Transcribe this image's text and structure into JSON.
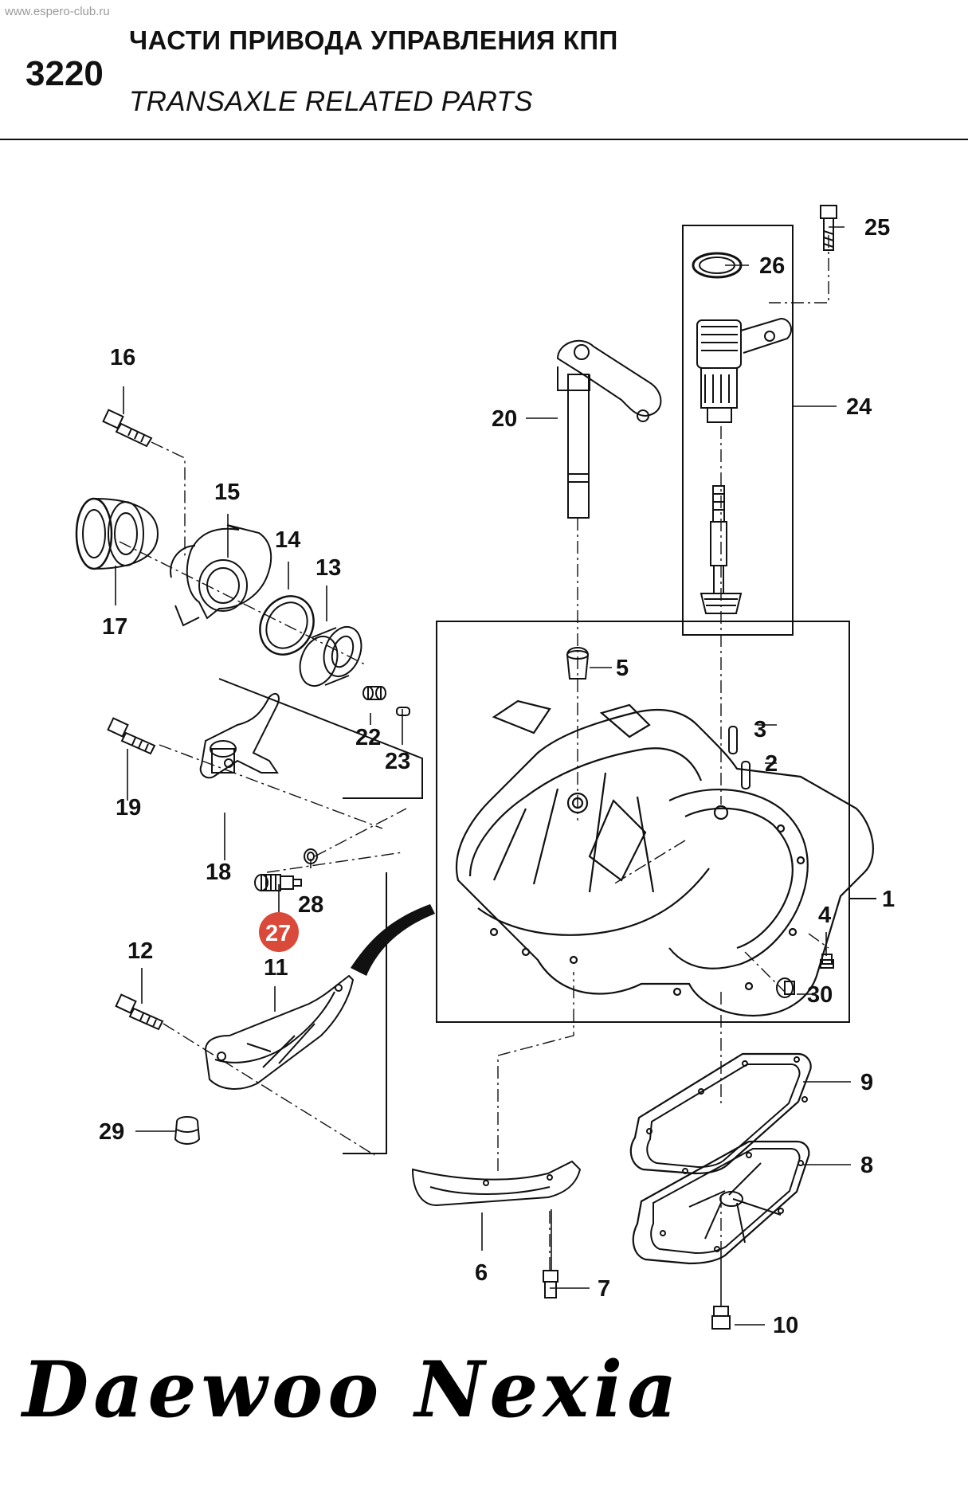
{
  "header": {
    "watermark": "www.espero-club.ru",
    "section_number": "3220",
    "title_ru": "ЧАСТИ ПРИВОДА УПРАВЛЕНИЯ КПП",
    "title_en": "TRANSAXLE RELATED PARTS"
  },
  "footer": {
    "brand": "Daewoo Nexia"
  },
  "diagram": {
    "highlight_color": "#d94a3a",
    "callouts": [
      {
        "id": "c1",
        "text": "1"
      },
      {
        "id": "c2",
        "text": "2"
      },
      {
        "id": "c3",
        "text": "3"
      },
      {
        "id": "c4",
        "text": "4"
      },
      {
        "id": "c5",
        "text": "5"
      },
      {
        "id": "c6",
        "text": "6"
      },
      {
        "id": "c7",
        "text": "7"
      },
      {
        "id": "c8",
        "text": "8"
      },
      {
        "id": "c9",
        "text": "9"
      },
      {
        "id": "c10",
        "text": "10"
      },
      {
        "id": "c11",
        "text": "11"
      },
      {
        "id": "c12",
        "text": "12"
      },
      {
        "id": "c13",
        "text": "13"
      },
      {
        "id": "c14",
        "text": "14"
      },
      {
        "id": "c15",
        "text": "15"
      },
      {
        "id": "c16",
        "text": "16"
      },
      {
        "id": "c17",
        "text": "17"
      },
      {
        "id": "c18",
        "text": "18"
      },
      {
        "id": "c19",
        "text": "19"
      },
      {
        "id": "c20",
        "text": "20"
      },
      {
        "id": "c22",
        "text": "22"
      },
      {
        "id": "c23",
        "text": "23"
      },
      {
        "id": "c24",
        "text": "24"
      },
      {
        "id": "c25",
        "text": "25"
      },
      {
        "id": "c26",
        "text": "26"
      },
      {
        "id": "c27",
        "text": "27",
        "highlighted": true
      },
      {
        "id": "c28",
        "text": "28"
      },
      {
        "id": "c29",
        "text": "29"
      },
      {
        "id": "c30",
        "text": "30"
      }
    ]
  }
}
